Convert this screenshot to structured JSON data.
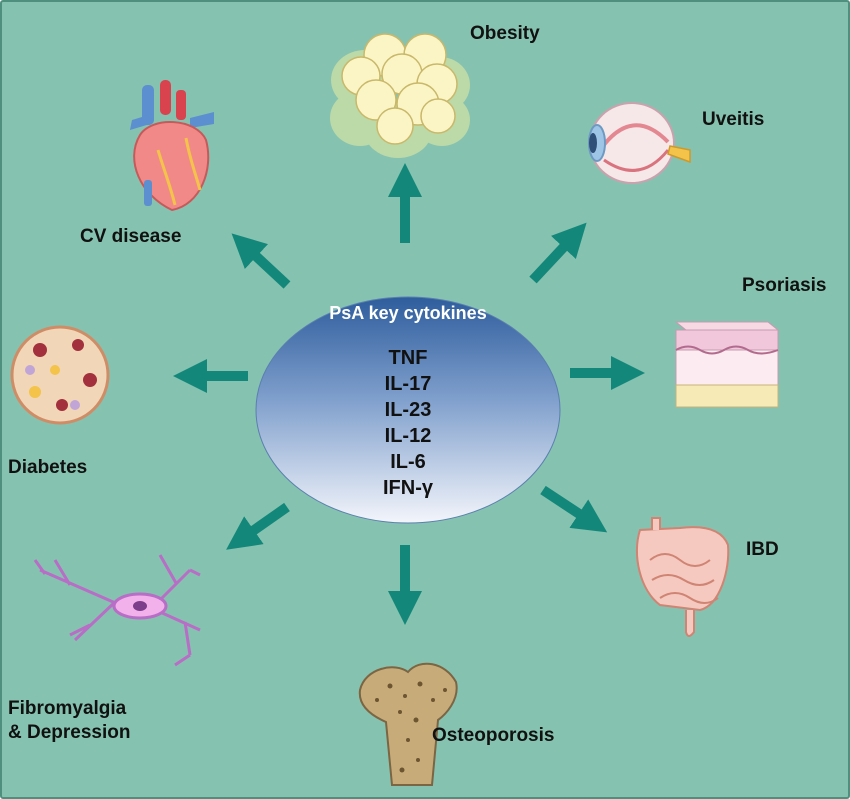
{
  "center": {
    "title": "PsA key cytokines",
    "cytokines": [
      "TNF",
      "IL-17",
      "IL-23",
      "IL-12",
      "IL-6",
      "IFN-γ"
    ]
  },
  "conditions": {
    "obesity": "Obesity",
    "uveitis": "Uveitis",
    "cv_disease": "CV disease",
    "psoriasis": "Psoriasis",
    "diabetes": "Diabetes",
    "ibd": "IBD",
    "fibromyalgia_line1": "Fibromyalgia",
    "fibromyalgia_line2": "& Depression",
    "osteoporosis": "Osteoporosis"
  },
  "colors": {
    "background": "#86c2b0",
    "frame": "#4f8f7e",
    "arrow": "#13877a",
    "center_top": "#2f5f9f",
    "center_bottom": "#f1f4fb"
  }
}
